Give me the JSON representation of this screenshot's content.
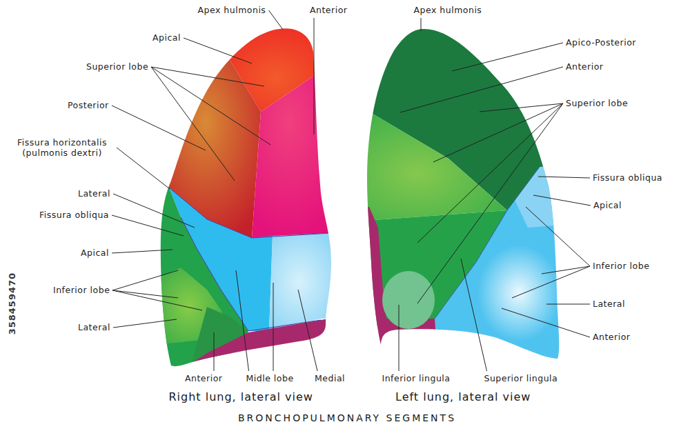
{
  "diagram": {
    "caption": "BRONCHOPULMONARY SEGMENTS",
    "labels": [
      "Apex hulmonis",
      "Anterior",
      "Apical",
      "Superior lobe",
      "Posterior",
      "Fissura horizontalis (pulmonis dextri)",
      "Lateral",
      "Fissura obliqua",
      "Apical",
      "Inferior lobe",
      "Lateral",
      "Anterior",
      "Midle lobe",
      "Medial",
      "Apex hulmonis",
      "Apico-Posterior",
      "Anterior",
      "Superior lobe",
      "Fissura obliqua",
      "Apical",
      "Inferior lobe",
      "Lateral",
      "Anterior",
      "Inferior lingula",
      "Superior lingula",
      "Right lung, lateral view",
      "Left lung, lateral view",
      "358459470"
    ]
  }
}
